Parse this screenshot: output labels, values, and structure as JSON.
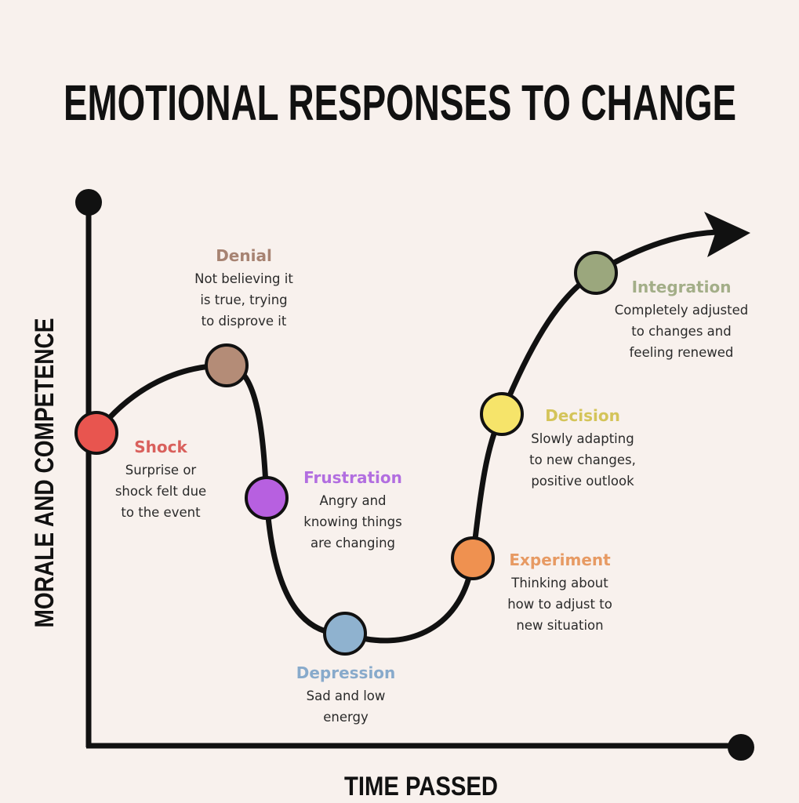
{
  "title": "EMOTIONAL RESPONSES TO CHANGE",
  "axes": {
    "y_label": "MORALE AND COMPETENCE",
    "x_label": "TIME PASSED"
  },
  "stages": [
    {
      "name": "Shock",
      "lines": [
        "Surprise or",
        "shock felt due",
        "to the event"
      ],
      "color": "#e8554f",
      "text_color": "#d9605c"
    },
    {
      "name": "Denial",
      "lines": [
        "Not believing it",
        "is true, trying",
        "to disprove it"
      ],
      "color": "#b48c77",
      "text_color": "#a78372"
    },
    {
      "name": "Frustration",
      "lines": [
        "Angry and",
        "knowing things",
        "are changing"
      ],
      "color": "#b760e0",
      "text_color": "#b26ee0"
    },
    {
      "name": "Depression",
      "lines": [
        "Sad and low",
        "energy"
      ],
      "color": "#8fb2cf",
      "text_color": "#88aacb"
    },
    {
      "name": "Experiment",
      "lines": [
        "Thinking about",
        "how to adjust to",
        "new situation"
      ],
      "color": "#ef9150",
      "text_color": "#e79a63"
    },
    {
      "name": "Decision",
      "lines": [
        "Slowly adapting",
        "to new changes,",
        "positive outlook"
      ],
      "color": "#f6e46a",
      "text_color": "#d4c459"
    },
    {
      "name": "Integration",
      "lines": [
        "Completely adjusted",
        "to changes and",
        "feeling renewed"
      ],
      "color": "#9ba77d",
      "text_color": "#a3ae88"
    }
  ]
}
